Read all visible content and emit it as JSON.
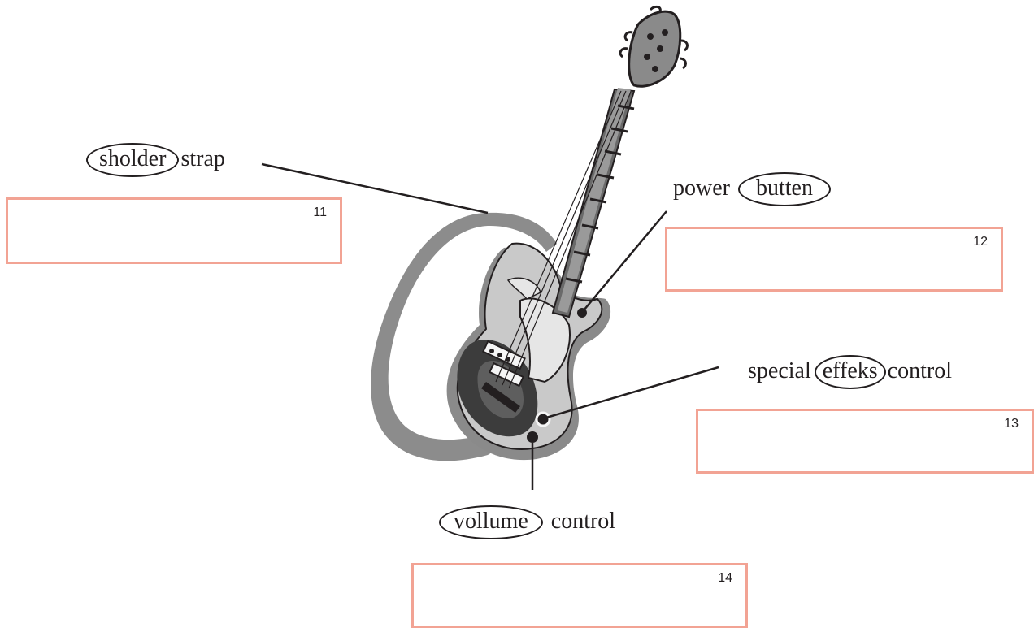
{
  "labels": {
    "shoulder_strap": {
      "circled": "sholder",
      "rest": "strap"
    },
    "power_button": {
      "prefix": "power",
      "circled": "butten"
    },
    "special_effects": {
      "prefix": "special",
      "circled": "effeks",
      "suffix": "control"
    },
    "volume_control": {
      "circled": "vollume",
      "suffix": "control"
    }
  },
  "answer_boxes": [
    {
      "number": "11",
      "value": ""
    },
    {
      "number": "12",
      "value": ""
    },
    {
      "number": "13",
      "value": ""
    },
    {
      "number": "14",
      "value": ""
    }
  ],
  "colors": {
    "box_border": "#f2a394",
    "ink": "#231f20",
    "strap_gray": "#8c8c8c",
    "body_light": "#c8c8c8",
    "body_dark": "#404040"
  }
}
